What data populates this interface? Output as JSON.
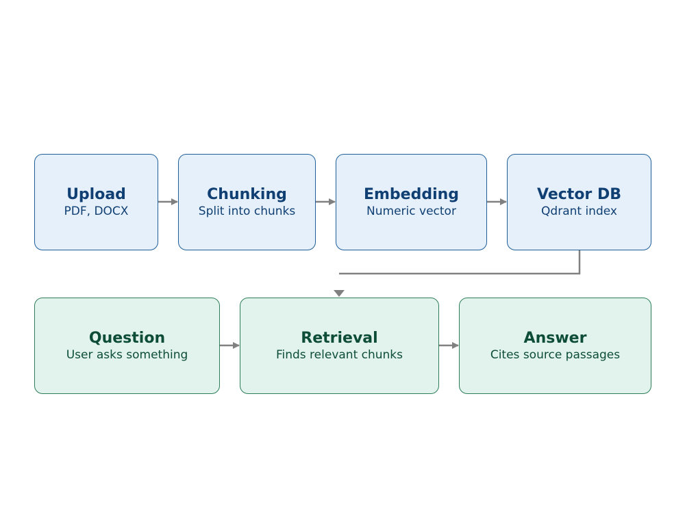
{
  "nodes": {
    "upload": {
      "title": "Upload",
      "subtitle": "PDF, DOCX"
    },
    "chunking": {
      "title": "Chunking",
      "subtitle": "Split into chunks"
    },
    "embedding": {
      "title": "Embedding",
      "subtitle": "Numeric vector"
    },
    "vectordb": {
      "title": "Vector DB",
      "subtitle": "Qdrant index"
    },
    "question": {
      "title": "Question",
      "subtitle": "User asks something"
    },
    "retrieval": {
      "title": "Retrieval",
      "subtitle": "Finds relevant chunks"
    },
    "answer": {
      "title": "Answer",
      "subtitle": "Cites source passages"
    }
  },
  "edges": [
    {
      "from": "upload",
      "to": "chunking"
    },
    {
      "from": "chunking",
      "to": "embedding"
    },
    {
      "from": "embedding",
      "to": "vectordb"
    },
    {
      "from": "vectordb",
      "to": "retrieval"
    },
    {
      "from": "question",
      "to": "retrieval"
    },
    {
      "from": "retrieval",
      "to": "answer"
    }
  ],
  "colors": {
    "ingest_fill": "#e6f0fa",
    "ingest_border": "#1f5f99",
    "ingest_text": "#0f3f73",
    "query_fill": "#e1f3ec",
    "query_border": "#2e7d5a",
    "query_text": "#0d4d37",
    "arrow": "#808080"
  }
}
